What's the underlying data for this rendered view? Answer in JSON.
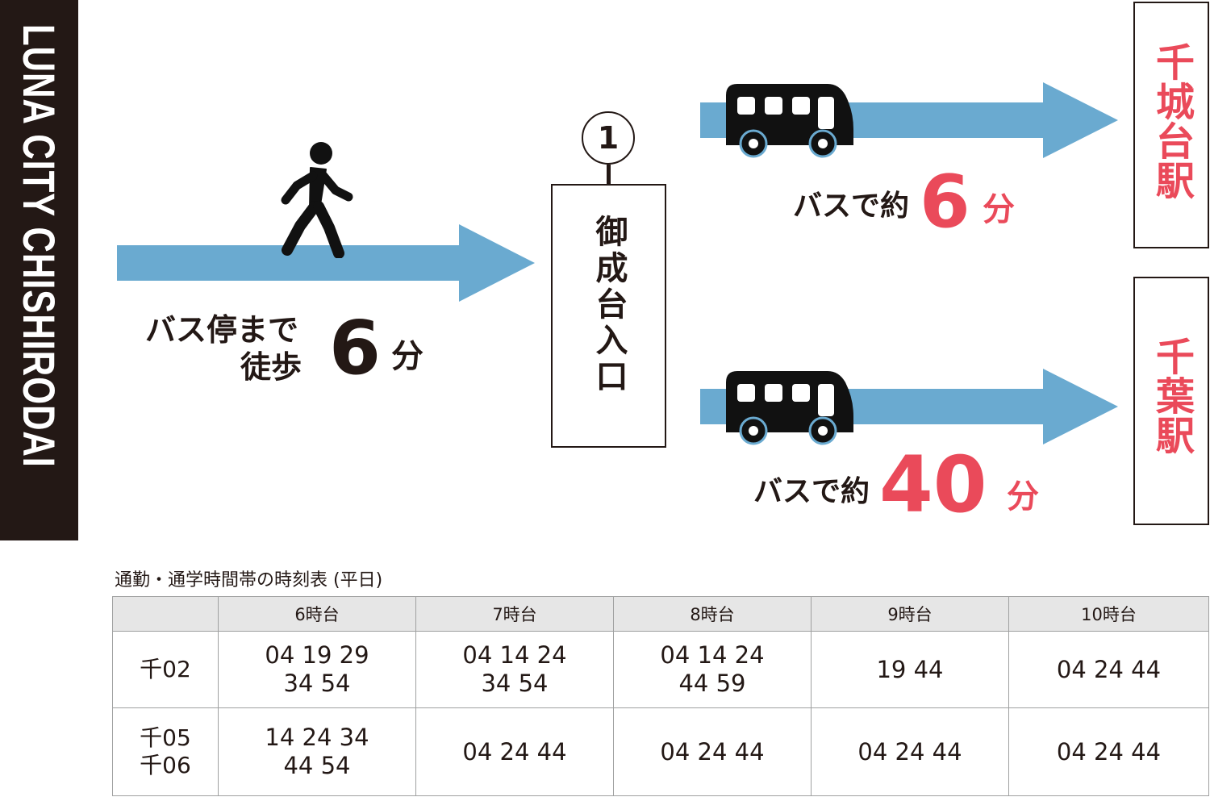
{
  "side_title": "LUNA CITY CHISHIRODAI",
  "colors": {
    "arrow": "#6aaad0",
    "accent": "#ea4a5a",
    "dark": "#231815"
  },
  "walk": {
    "line1": "バス停まで",
    "line2": "徒歩",
    "minutes": "6",
    "unit": "分",
    "icon": "walking-person-icon"
  },
  "bus_stop": {
    "number": "1",
    "name": "御成台入口"
  },
  "routes": [
    {
      "icon": "bus-icon",
      "label": "バスで約",
      "minutes": "6",
      "unit": "分",
      "destination": "千城台駅"
    },
    {
      "icon": "bus-icon",
      "label": "バスで約",
      "minutes": "40",
      "unit": "分",
      "destination": "千葉駅"
    }
  ],
  "timetable": {
    "title": "通勤・通学時間帯の時刻表 (平日)",
    "headers": [
      "",
      "6時台",
      "7時台",
      "8時台",
      "9時台",
      "10時台"
    ],
    "rows": [
      [
        "千02",
        "04 19 29\n34 54",
        "04 14 24\n34 54",
        "04 14 24\n44 59",
        "19 44",
        "04 24 44"
      ],
      [
        "千05\n千06",
        "14 24 34\n44 54",
        "04 24 44",
        "04 24 44",
        "04 24 44",
        "04 24 44"
      ]
    ]
  }
}
